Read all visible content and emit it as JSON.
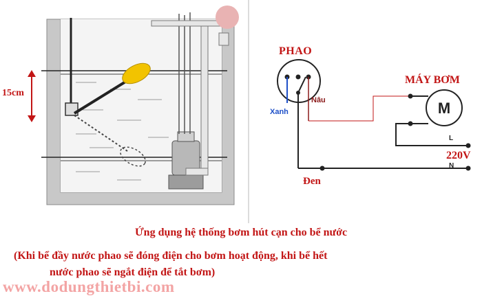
{
  "tank": {
    "level_label": "15cm"
  },
  "circuit": {
    "float_title": "PHAO",
    "pump_title": "MÁY BƠM",
    "motor_symbol": "M",
    "wire_blue": "Xanh",
    "wire_brown": "Nâu",
    "wire_black": "Đen",
    "line_L": "L",
    "line_N": "N",
    "voltage": "220V"
  },
  "caption": {
    "title": "Ứng dụng hệ thống bơm hút cạn cho bể nước",
    "line1": "(Khi bể đầy nước phao sẽ đóng điện cho bơm hoạt động, khi bể hết",
    "line2": "nước phao sẽ ngắt điện để tắt bơm)"
  },
  "watermark": "www.dodungthietbi.com",
  "colors": {
    "accent": "#c21515",
    "tank_fill": "#c8c8c8",
    "water_inner": "#f0f0f0",
    "float": "#f2c300",
    "wire_blue": "#1e50c8",
    "wire_brown": "#8a1a1a",
    "watermark": "#f3a4a4"
  }
}
